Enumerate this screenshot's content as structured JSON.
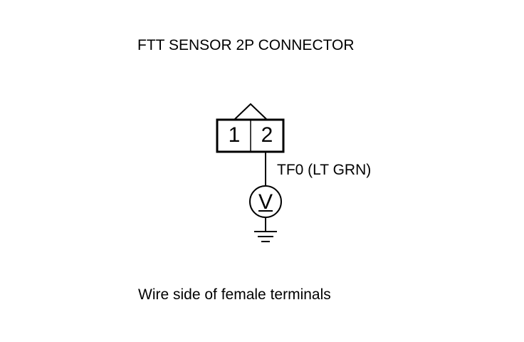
{
  "title": "FTT SENSOR 2P CONNECTOR",
  "connector": {
    "terminals": [
      "1",
      "2"
    ]
  },
  "wire": {
    "label": "TF0 (LT GRN)"
  },
  "meter": {
    "symbol": "V",
    "icon": "voltmeter-icon"
  },
  "ground": {
    "icon": "ground-icon"
  },
  "caption": "Wire side of female terminals",
  "colors": {
    "line": "#000000",
    "background": "#ffffff"
  }
}
